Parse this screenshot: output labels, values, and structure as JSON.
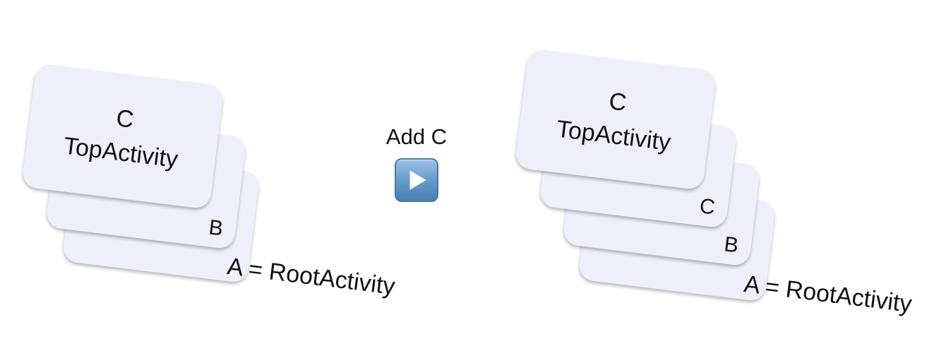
{
  "before": {
    "cards": [
      {
        "label": "A",
        "role": "= RootActivity"
      },
      {
        "label": "B"
      },
      {
        "label": "C",
        "role": "TopActivity"
      }
    ]
  },
  "action": {
    "label": "Add C",
    "icon": "play-icon"
  },
  "after": {
    "cards": [
      {
        "label": "A",
        "role": "= RootActivity"
      },
      {
        "label": "B"
      },
      {
        "label": "C"
      },
      {
        "label": "C",
        "role": "TopActivity"
      }
    ]
  }
}
